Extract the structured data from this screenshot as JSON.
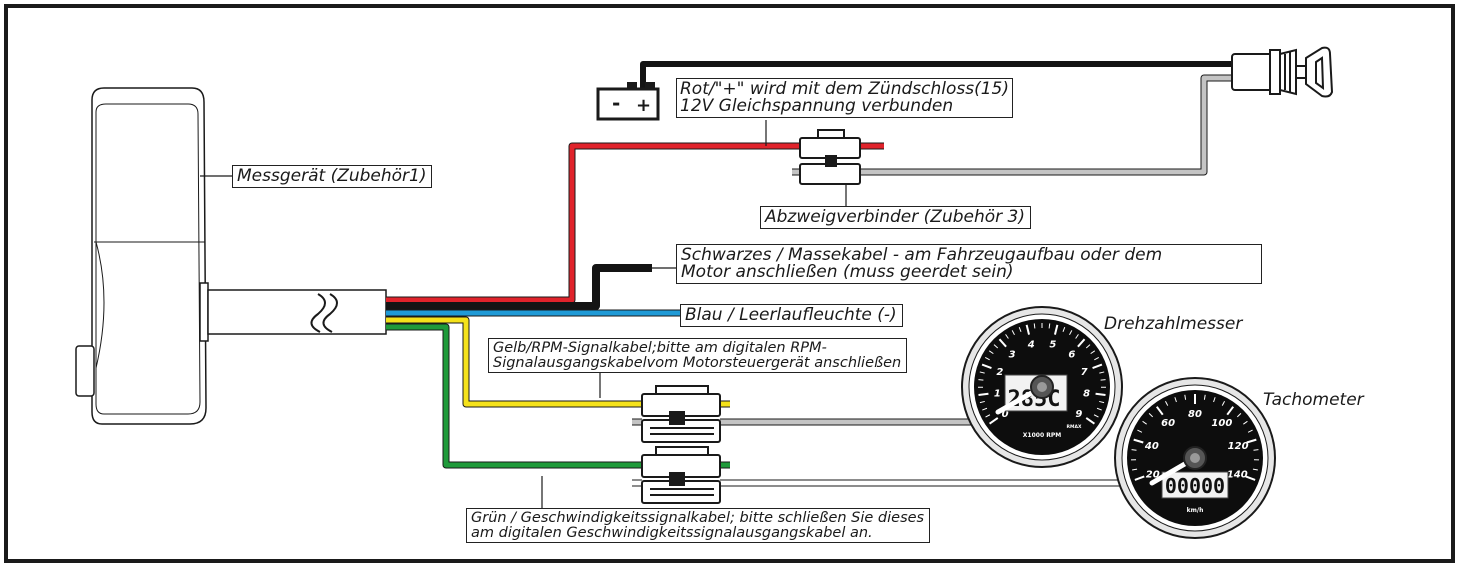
{
  "labels": {
    "meter": "Messgerät (Zubehör1)",
    "ignition_line1": "Rot/\"+\" wird mit dem Zündschloss(15)",
    "ignition_line2": "12V Gleichspannung verbunden",
    "splitter": "Abzweigverbinder (Zubehör 3)",
    "ground_line1": "Schwarzes / Massekabel - am Fahrzeugaufbau oder dem",
    "ground_line2": "Motor anschließen (muss geerdet sein)",
    "neutral": "Blau / Leerlaufleuchte (-)",
    "rpm_line1": "Gelb/RPM-Signalkabel;bitte am digitalen RPM-",
    "rpm_line2": "Signalausgangskabelvom Motorsteuergerät anschließen",
    "speed_line1": "Grün / Geschwindigkeitssignalkabel; bitte schließen Sie dieses",
    "speed_line2": "am digitalen Geschwindigkeitssignalausgangskabel an.",
    "tachometer_title": "Drehzahlmesser",
    "speedometer_title": "Tachometer"
  },
  "battery": {
    "minus": "-",
    "plus": "+"
  },
  "tach_gauge": {
    "ticks": [
      "0",
      "1",
      "2",
      "3",
      "4",
      "5",
      "6",
      "7",
      "8",
      "9"
    ],
    "lcd": "285C",
    "unit": "X1000 RPM",
    "corner": "RMAX"
  },
  "speed_gauge": {
    "ticks": [
      "20",
      "40",
      "60",
      "80",
      "100",
      "120",
      "140"
    ],
    "lcd": "00000",
    "unit": "km/h"
  },
  "colors": {
    "red": "#e0232b",
    "black": "#141414",
    "blue": "#1f9ad6",
    "yellow": "#f5e21a",
    "green": "#1f9a3a",
    "grey": "#b9b9b9"
  }
}
